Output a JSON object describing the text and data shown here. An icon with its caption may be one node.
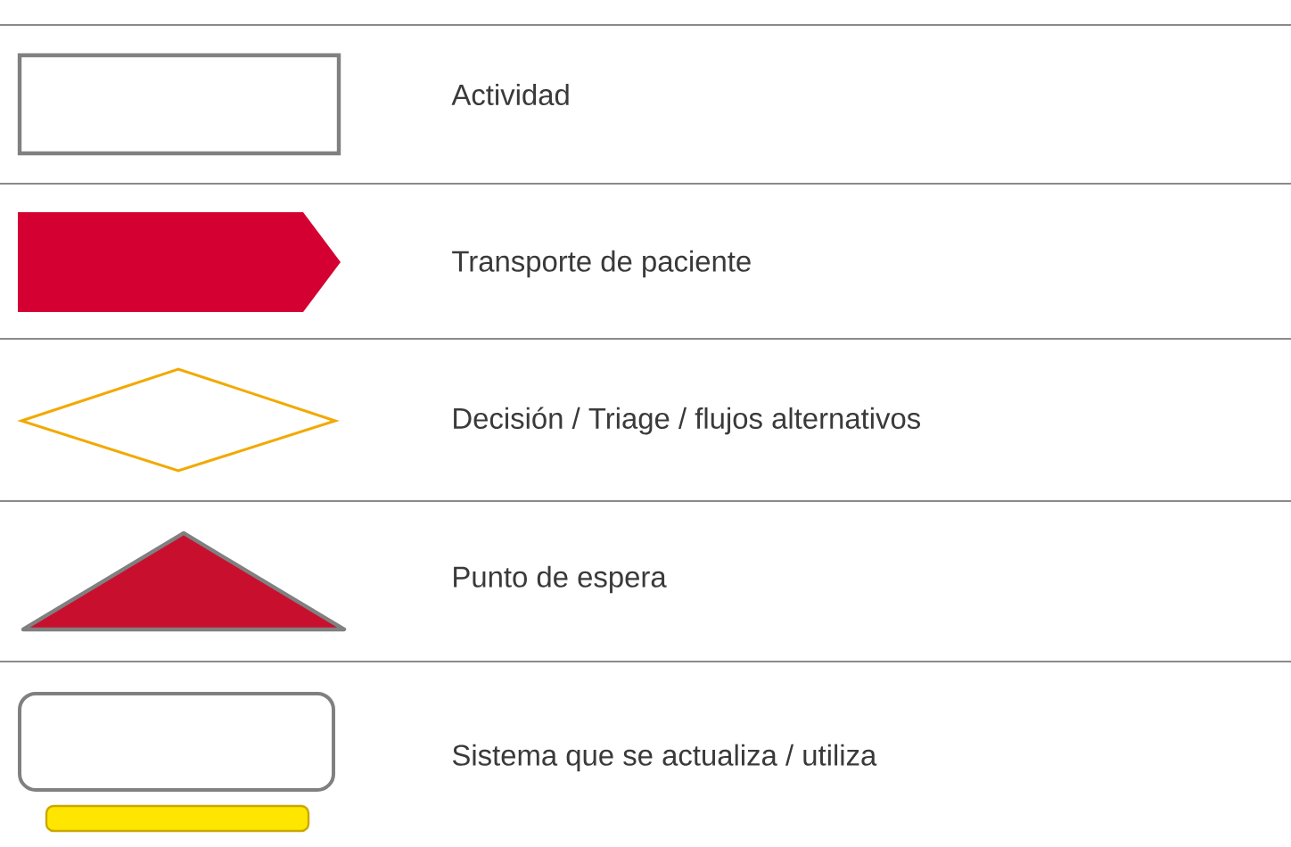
{
  "diagram": {
    "legend": [
      {
        "text": "Actividad"
      },
      {
        "text": "Transporte de paciente"
      },
      {
        "text": "Decisión / Triage / flujos alternativos"
      },
      {
        "text": "Punto de espera"
      },
      {
        "text": "Sistema que se actualiza / utiliza"
      }
    ]
  }
}
